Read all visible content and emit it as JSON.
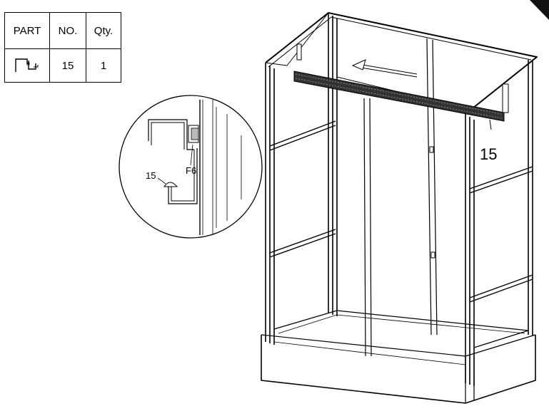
{
  "parts_table": {
    "headers": [
      "PART",
      "NO.",
      "Qty."
    ],
    "row": {
      "part_icon": "profile-bracket-icon",
      "no": "15",
      "qty": "1"
    }
  },
  "detail": {
    "part_label": "15",
    "fastener_label": "F6"
  },
  "main_callout": "15",
  "arrow_icon": "direction-arrow-icon"
}
